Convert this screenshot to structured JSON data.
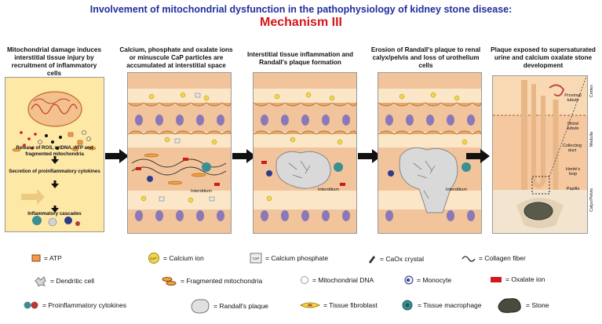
{
  "title": "Involvement of mitochondrial dysfunction in the pathophysiology of kidney stone disease:",
  "subtitle": "Mechanism III",
  "panels": [
    {
      "caption": "Mitochondrial damage induces interstitial tissue injury by recruitment of inflammatory cells"
    },
    {
      "caption": "Calcium, phosphate and oxalate ions or  minuscule CaP particles are accumulated at  interstitial space"
    },
    {
      "caption": "Interstitial tissue inflammation and Randall's plaque formation"
    },
    {
      "caption": "Erosion of Randall's plaque to renal calyx/pelvis and loss of urothelium cells"
    },
    {
      "caption": "Plaque exposed to supersaturated urine and calcium oxalate stone development"
    }
  ],
  "panel1_steps": {
    "release": "Release of ROS, mtDNA, ATP and fragmented mitochondria",
    "secretion": "Secretion of proinflammatory cytokines",
    "cascade": "Inflammatory cascades"
  },
  "interstitium_label": "Interstitium",
  "kidney_labels": {
    "proximal": "Proximal tubule",
    "distal": "Distal tubule",
    "collecting": "Collecting duct",
    "henle": "Henle's loop",
    "papilla": "Papilla",
    "cortex": "Cortex",
    "medulla": "Medulla",
    "calyx": "Calyx/Pelvis"
  },
  "legend": {
    "atp": "= ATP",
    "calcium": "= Calcium ion",
    "caph": "= Calcium phosphate",
    "caox": "= CaOx crystal",
    "collagen": "= Collagen fiber",
    "dendritic": "= Dendritic cell",
    "fragmito": "= Fragmented mitochondria",
    "mtdna": "= Mitochondrial DNA",
    "monocyte": "= Monocyte",
    "oxalate": "= Oxalate ion",
    "cytokines": "= Proinflammatory cytokines",
    "plaque": "= Randall's plaque",
    "fibroblast": "= Tissue fibroblast",
    "macrophage": "= Tissue macrophage",
    "stone": "= Stone"
  },
  "legend_glyphs": {
    "calcium": "Ca²⁺",
    "caph": "CaP"
  },
  "colors": {
    "title": "#1f2f9c",
    "subtitle": "#d3181c",
    "tissue": "#f2c49b",
    "lumen": "#fbe7c8",
    "panel1_bg": "#fde8a6"
  }
}
